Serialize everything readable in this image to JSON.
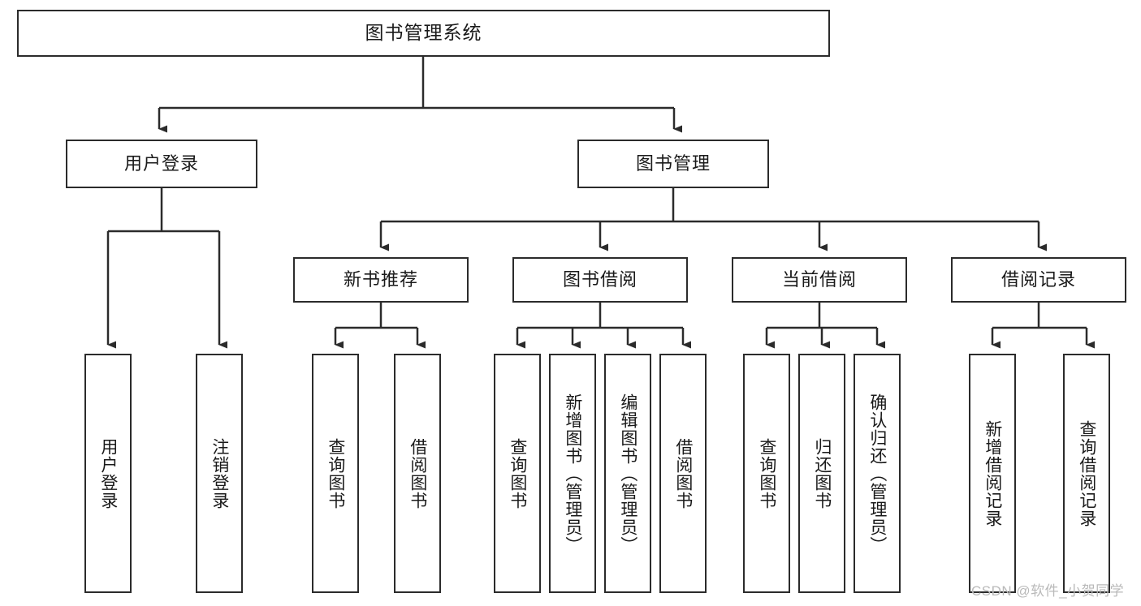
{
  "diagram": {
    "title": "图书管理系统",
    "type": "hierarchy-tree",
    "watermark": "CSDN @软件_小贺同学",
    "colors": {
      "box_border": "#2b2b2b",
      "box_fill": "#ffffff",
      "line": "#2b2b2b",
      "text": "#1a1a1a",
      "watermark": "#b9b9b9"
    },
    "root": {
      "label": "图书管理系统"
    },
    "level1": [
      {
        "label": "用户登录"
      },
      {
        "label": "图书管理"
      }
    ],
    "level2": [
      {
        "label": "新书推荐"
      },
      {
        "label": "图书借阅"
      },
      {
        "label": "当前借阅"
      },
      {
        "label": "借阅记录"
      }
    ],
    "leaves": {
      "user_login": [
        {
          "label": "用户登录"
        },
        {
          "label": "注销登录"
        }
      ],
      "new_book_recommend": [
        {
          "label": "查询图书"
        },
        {
          "label": "借阅图书"
        }
      ],
      "book_borrow": [
        {
          "label": "查询图书"
        },
        {
          "label": "新增图书（管理员）"
        },
        {
          "label": "编辑图书（管理员）"
        },
        {
          "label": "借阅图书"
        }
      ],
      "current_borrow": [
        {
          "label": "查询图书"
        },
        {
          "label": "归还图书"
        },
        {
          "label": "确认归还（管理员）"
        }
      ],
      "borrow_record": [
        {
          "label": "新增借阅记录"
        },
        {
          "label": "查询借阅记录"
        }
      ]
    }
  }
}
